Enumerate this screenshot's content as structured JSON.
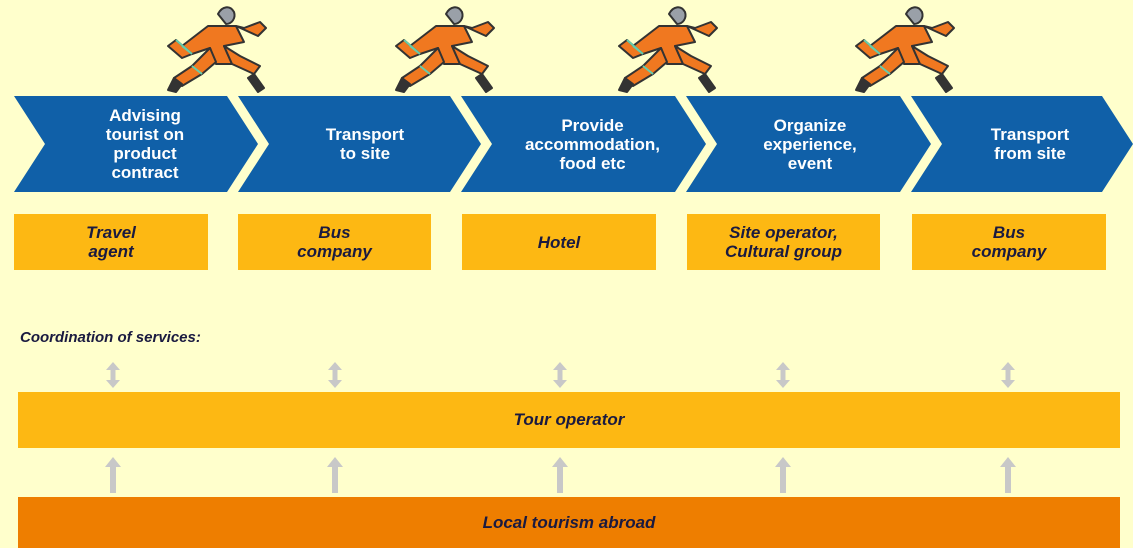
{
  "stages": [
    {
      "label": "Advising\ntourist on\nproduct\ncontract"
    },
    {
      "label": "Transport\nto site"
    },
    {
      "label": "Provide\naccommodation,\nfood etc"
    },
    {
      "label": "Organize\nexperience,\nevent"
    },
    {
      "label": "Transport\nfrom site"
    }
  ],
  "actors": [
    {
      "label": "Travel\nagent"
    },
    {
      "label": "Bus\ncompany"
    },
    {
      "label": "Hotel"
    },
    {
      "label": "Site operator,\nCultural group"
    },
    {
      "label": "Bus\ncompany"
    }
  ],
  "coordination_label": "Coordination of services:",
  "tour_operator_label": "Tour operator",
  "local_tourism_label": "Local tourism abroad",
  "edge_glyph_top": ")",
  "edge_glyph_bottom": ")",
  "colors": {
    "background": "#FFFFCC",
    "chevron": "#1060A8",
    "actor_box": "#FDB813",
    "local_bar": "#EE7E00",
    "arrow": "#C8C8C8",
    "runner": "#F07820"
  },
  "icons": [
    "runner-icon",
    "double-arrow-icon",
    "up-arrow-icon"
  ]
}
